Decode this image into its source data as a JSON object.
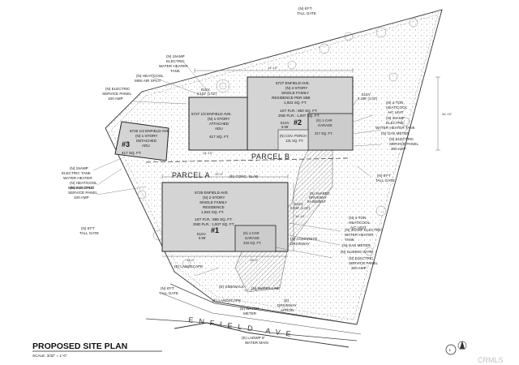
{
  "title": "PROPOSED SITE PLAN",
  "scale": "SCALE: 3/32\" = 1'-0\"",
  "sheet_number": "1",
  "watermark": "CRMLS",
  "street": "ENFIELD AVE",
  "parcels": {
    "a": "PARCEL A",
    "b": "PARCEL B"
  },
  "buildings": {
    "b1": {
      "number": "#1",
      "lines": [
        "5725 ENFIELD AVE.",
        "(N) 2-STORY",
        "SINGLE FAMILY",
        "RESIDENCE",
        "1,922 SQ. FT."
      ],
      "floors": [
        "1ST FLR.: 895 SQ. FT.",
        "2ND FLR.: 1,007 SQ. FT."
      ],
      "garage": [
        "(N) 1-CAR",
        "GARAGE",
        "333 SQ. FT."
      ],
      "elev": [
        "ELEV.",
        "9.99'"
      ]
    },
    "b2": {
      "number": "#2",
      "lines": [
        "5727 ENFIELD AVE.",
        "(N) 2-STORY",
        "SINGLE FAMILY",
        "RESIDENCE PER SB9",
        "1,922 SQ. FT."
      ],
      "floors": [
        "1ST FLR.: 850 SQ. FT.",
        "2ND FLR.: 1,007 SQ. FT."
      ],
      "garage": [
        "(N) 1-CAR",
        "GARAGE",
        "317 SQ. FT."
      ],
      "elev": [
        "ELEV.",
        "9.99'"
      ]
    },
    "adu_attached": {
      "lines": [
        "5727 1/2 ENFIELD AVE.",
        "(N) 1-STORY",
        "ATTACHED",
        "ADU"
      ],
      "area": "417 SQ. FT."
    },
    "adu_detached": {
      "number": "#3",
      "lines": [
        "5725 1/2 ENFIELD AVE.",
        "(N) 1-STORY",
        "DETACHED",
        "ADU"
      ],
      "area": "417 SQ. FT."
    }
  },
  "labels": {
    "tall_gate_top": [
      "(N) 6'FT",
      "TALL GATE"
    ],
    "water_heater_top": [
      "(N) 15AMP",
      "ELECTRIC",
      "WATER HEATER",
      "TANK"
    ],
    "mini_air_top": [
      "(N) HEAT/COOL",
      "MINI AIR SPLIT"
    ],
    "svc_panel_top": [
      "(N) ELECTRIC",
      "SERVICE PANEL",
      "100 AMP"
    ],
    "elev_top": [
      "ELEV.",
      "0.102' (1.02')"
    ],
    "elev_right": [
      "ELEV.",
      "0.336' (1.02')"
    ],
    "ton_right": [
      "(N) 4-TON",
      "HEAT/COOL",
      "A/C UNIT"
    ],
    "tank_right": [
      "(N) 30AMP",
      "ELECTRIC",
      "WATER HEATER TANK"
    ],
    "gas_right": [
      "(N) GAS METER"
    ],
    "svc_right": [
      "(N) ELECTRIC",
      "SERVICE PANEL",
      "200 AMP"
    ],
    "cov_porch": [
      "(N) COV. PORCH",
      "131 SQ. FT."
    ],
    "tall_gate_right": [
      "(N) 6'FT",
      "TALL GATE"
    ],
    "conc_slab": [
      "(E) CONC. SLAB"
    ],
    "easement": [
      "(N) SHARED",
      "DRIVEWAY",
      "EASEMENT"
    ],
    "elec_tank_left": [
      "(N) 15AMP",
      "ELECTRIC TANK",
      "WATER HEATER"
    ],
    "mini_air_left": [
      "(N) HEAT/COOL",
      "MINI AIR SPLIT"
    ],
    "svc_left": [
      "(N) ELECTRIC",
      "SERVICE PANEL",
      "100 AMP"
    ],
    "tall_gate_left": [
      "(N) 6'FT",
      "TALL GATE"
    ],
    "elev_lower": [
      "ELEV.",
      "0.334' (1.02')"
    ],
    "ton_lower": [
      "(N) 4-TON",
      "HEAT/COOL",
      "A/C UNIT"
    ],
    "tank_lower": [
      "(N) 30AMP ELECTRIC",
      "WATER HEATER",
      "TANK"
    ],
    "gas_lower": [
      "(N) GAS METER"
    ],
    "sliding_gate": [
      "(N) SLIDING GATE"
    ],
    "svc_lower": [
      "(N) ELECTRIC",
      "SERVICE PANEL",
      "200 AMP"
    ],
    "landscape_mid": [
      "(E) LANDSCAPE"
    ],
    "concrete_dw": [
      "(N) CONCRETE",
      "DRIVEWAY"
    ],
    "sidewalk": [
      "(E) SIDEWALK"
    ],
    "water_line": [
      "(N) WATER LINE"
    ],
    "tall_gate_bottom": [
      "(N) 6'FT",
      "TALL GATE"
    ],
    "landscape_bottom": [
      "(E) LANDSCAPE"
    ],
    "driveway_apron": [
      "(E)",
      "DRIVEWAY",
      "APRON"
    ],
    "water_meter": [
      "(E) WATER",
      "METER"
    ],
    "water_main": [
      "(E) LADWP 6\"",
      "WATER MAIN"
    ]
  },
  "dims": {
    "d1": "14'-10\"",
    "d2": "14'-10\"",
    "d3": "19'-9\"",
    "d4": "34'-10\"",
    "d5": "34'-10\"",
    "d6": "13'-0\"",
    "d7": "19'-9\""
  },
  "colors": {
    "ink": "#222222",
    "building": "#cfcfcf",
    "hatch": "#555555"
  }
}
